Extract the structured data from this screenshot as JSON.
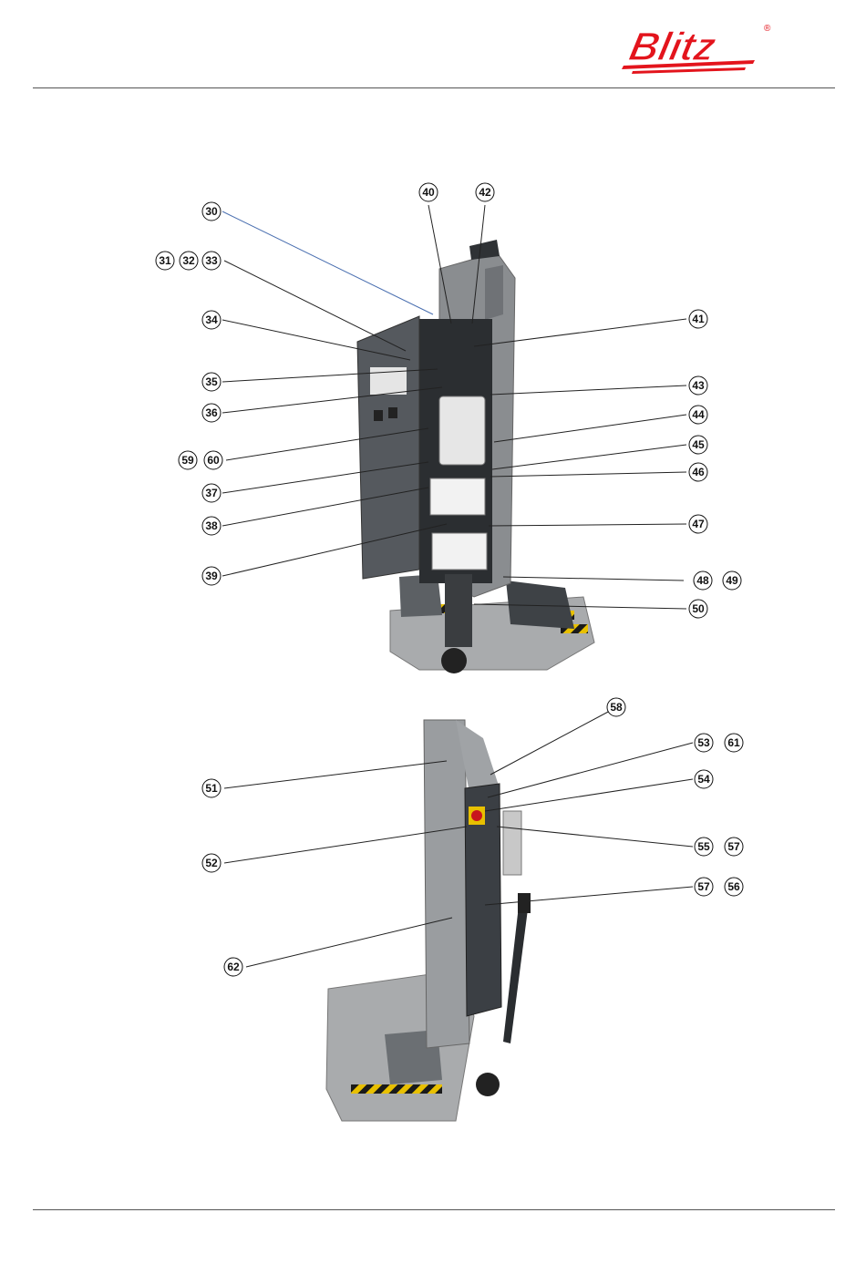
{
  "header": {
    "brand": "Blitz",
    "registered_mark": "®",
    "brand_color": "#e3141c"
  },
  "figure_top": {
    "callouts": [
      "30",
      "31",
      "32",
      "33",
      "34",
      "35",
      "36",
      "59",
      "60",
      "37",
      "38",
      "39",
      "40",
      "42",
      "41",
      "43",
      "44",
      "45",
      "46",
      "47",
      "48",
      "49",
      "50"
    ]
  },
  "figure_bottom": {
    "callouts": [
      "58",
      "53",
      "61",
      "54",
      "51",
      "52",
      "55",
      "57",
      "57",
      "56",
      "62"
    ]
  },
  "colors": {
    "column_gray": "#8a8d90",
    "panel_dark": "#3b3f44",
    "base_gray": "#a9abad",
    "hazard_yellow": "#e8c000"
  }
}
